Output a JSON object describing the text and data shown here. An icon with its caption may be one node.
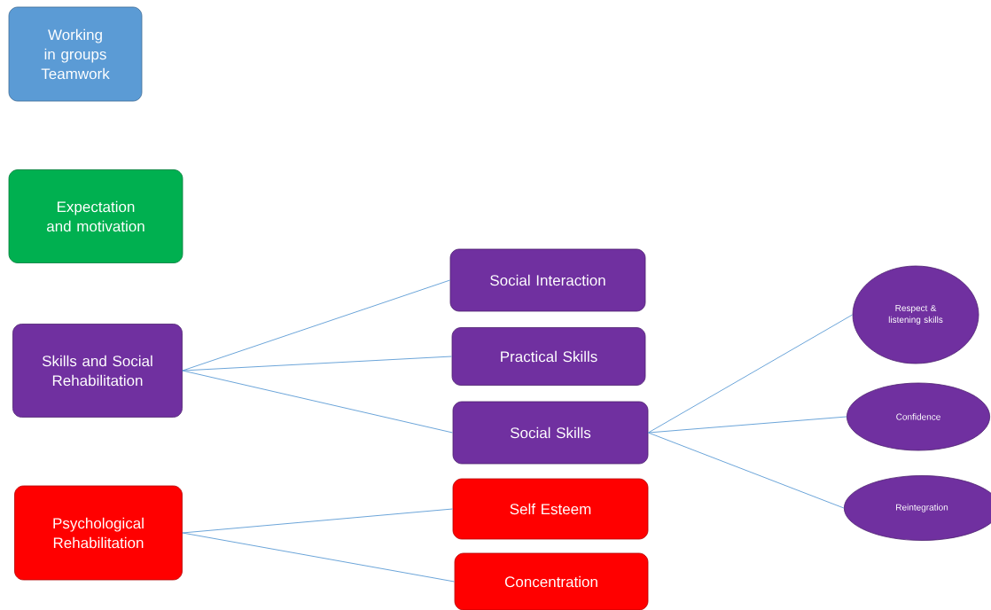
{
  "diagram": {
    "nodes": [
      {
        "text": [
          "Working in groups Teamwork"
        ]
      },
      {
        "text": [
          "Expectation and motivation"
        ]
      },
      {
        "text": [
          "Skills and Social Rehabilitation"
        ]
      },
      {
        "text": [
          "Psychological Rehabilitation"
        ]
      },
      {
        "text": [
          "Social Interaction"
        ]
      },
      {
        "text": [
          "Practical Skills"
        ]
      },
      {
        "text": [
          "Social Skills"
        ]
      },
      {
        "text": [
          "Self Esteem"
        ]
      },
      {
        "text": [
          "Concentration"
        ]
      },
      {
        "text": [
          "Respect & listening skills"
        ]
      },
      {
        "text": [
          "Confidence"
        ]
      },
      {
        "text": [
          "Reintegration"
        ]
      }
    ],
    "edges": [
      {
        "from": 2,
        "to": 4,
        "arrow": "none"
      },
      {
        "from": 2,
        "to": 5,
        "arrow": "none"
      },
      {
        "from": 2,
        "to": 6,
        "arrow": "none"
      },
      {
        "from": 3,
        "to": 7,
        "arrow": "none"
      },
      {
        "from": 3,
        "to": 8,
        "arrow": "none"
      },
      {
        "from": 6,
        "to": 9,
        "arrow": "none"
      },
      {
        "from": 6,
        "to": 10,
        "arrow": "none"
      },
      {
        "from": 6,
        "to": 11,
        "arrow": "none"
      }
    ]
  }
}
